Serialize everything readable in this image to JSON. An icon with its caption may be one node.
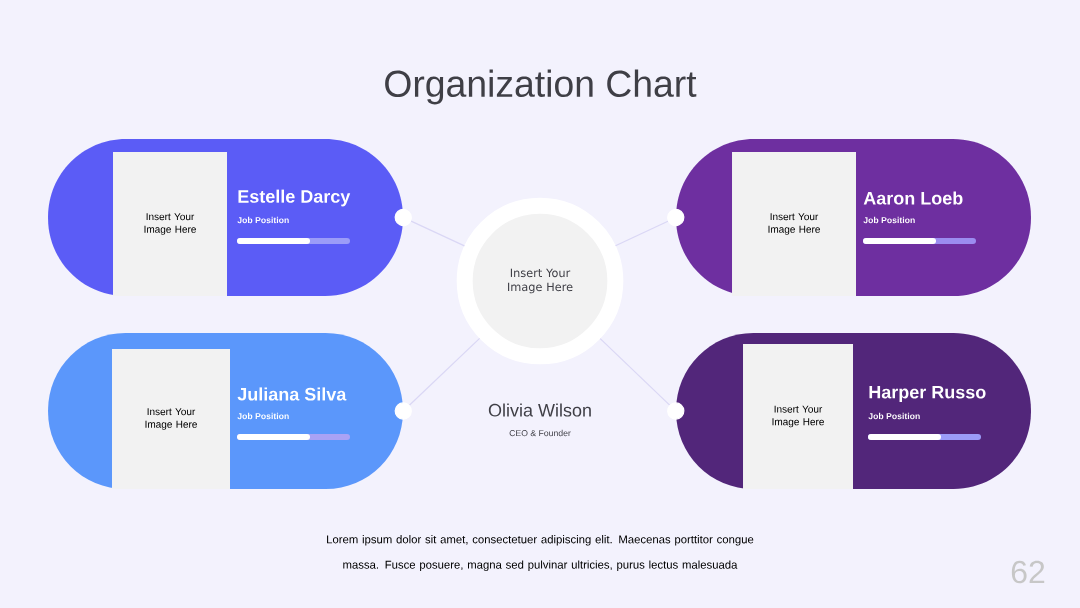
{
  "diagram": {
    "title": "Organization Chart",
    "nodes": [
      {
        "text": [
          "Estelle Darcy",
          "Job Position"
        ]
      },
      {
        "text": [
          "Insert Your Image Here"
        ],
        "in": 0
      },
      {
        "text": [
          "Aaron Loeb",
          "Job Position"
        ]
      },
      {
        "text": [
          "Insert Your Image Here"
        ],
        "in": 2
      },
      {
        "text": [
          "Insert Your Image Here"
        ],
        "beside": [
          "Olivia Wilson",
          "CEO & Founder"
        ]
      },
      {
        "text": [
          "Juliana Silva",
          "Job Position"
        ]
      },
      {
        "text": [
          "Insert Your Image Here"
        ],
        "in": 5
      },
      {
        "text": [
          "Harper Russo",
          "Job Position"
        ]
      },
      {
        "text": [
          "Insert Your Image Here"
        ],
        "in": 7
      }
    ],
    "edges": [
      {
        "from": 4,
        "to": 0,
        "arrow": "other"
      },
      {
        "from": 4,
        "to": 2,
        "arrow": "other"
      },
      {
        "from": 4,
        "to": 5,
        "arrow": "other"
      },
      {
        "from": 4,
        "to": 7,
        "arrow": "other"
      }
    ],
    "labels": [
      "Lorem ipsum dolor sit amet, consectetuer adipiscing elit. Maecenas porttitor congue massa. Fusce posuere, magna sed pulvinar ultricies, purus lectus malesuada",
      "62"
    ]
  }
}
